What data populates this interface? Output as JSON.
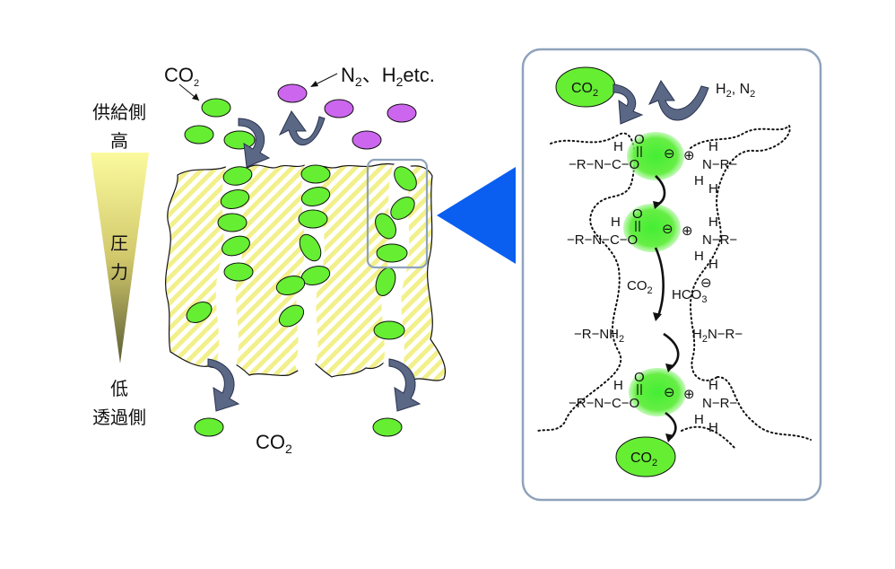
{
  "left": {
    "co2_top_label": "CO",
    "co2_top_sub": "2",
    "gas_label_n": "N",
    "gas_label_n_sub": "2",
    "gas_label_sep": "、H",
    "gas_label_h_sub": "2",
    "gas_label_etc": "etc.",
    "feed_side": "供給側",
    "high": "高",
    "pressure_1": "圧",
    "pressure_2": "力",
    "low": "低",
    "permeate_side": "透過側",
    "co2_bottom_label": "CO",
    "co2_bottom_sub": "2"
  },
  "right": {
    "co2_in": "CO",
    "co2_in_sub": "2",
    "h2n2_h": "H",
    "h2n2_sub1": "2",
    "h2n2_mid": ", N",
    "h2n2_sub2": "2",
    "mid_co2": "CO",
    "mid_co2_sub": "2",
    "hco3": "HCO",
    "hco3_sub": "3",
    "amine_left": "−R−NH",
    "amine_left_sub": "2",
    "amine_right_h": "H",
    "amine_right_sub": "2",
    "amine_right_tail": "N−R−",
    "co2_out": "CO",
    "co2_out_sub": "2",
    "carbamate_left": "−R−N−C−O",
    "carbamate_right": "N−R−",
    "atom_h": "H",
    "atom_o": "O",
    "plus": "⊕",
    "minus": "⊖"
  },
  "colors": {
    "co2_molecule": "#66ee33",
    "other_gas": "#cc66ee",
    "arrow": "#5a6785",
    "big_arrow": "#0a5ef0",
    "membrane_stripe": "#f2f08a",
    "panel_border": "#8fa3bb",
    "glow": "#55ee44"
  }
}
